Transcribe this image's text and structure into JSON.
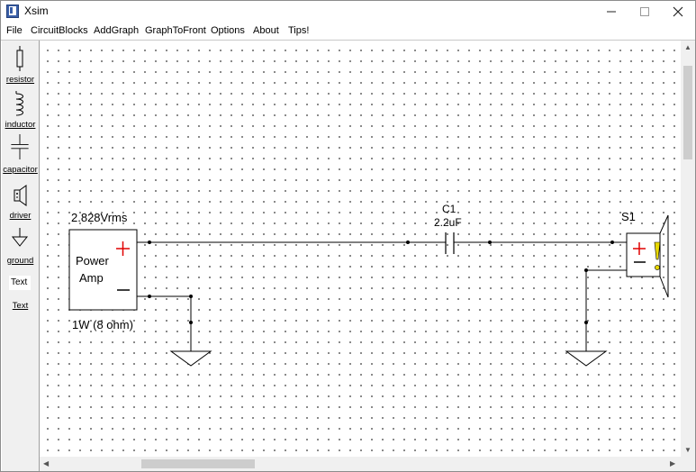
{
  "window": {
    "title": "Xsim"
  },
  "menu": [
    "File",
    "CircuitBlocks",
    "AddGraph",
    "GraphToFront",
    "Options",
    "About",
    "Tips!"
  ],
  "toolbox": {
    "resistor": "resistor",
    "inductor": "inductor",
    "capacitor": "capacitor",
    "driver": "driver",
    "ground": "ground",
    "text_box": "Text",
    "text_label": "Text"
  },
  "circuit": {
    "power_amp": {
      "voltage": "2.828Vrms",
      "name_line1": "Power",
      "name_line2": "Amp",
      "rating": "1W (8 ohm)"
    },
    "capacitor": {
      "ref": "C1",
      "value": "2.2uF"
    },
    "speaker": {
      "ref": "S1"
    }
  },
  "colors": {
    "plus": "#e00000",
    "warning": "#e8d800",
    "grid_dot": "#6a6a6a"
  }
}
